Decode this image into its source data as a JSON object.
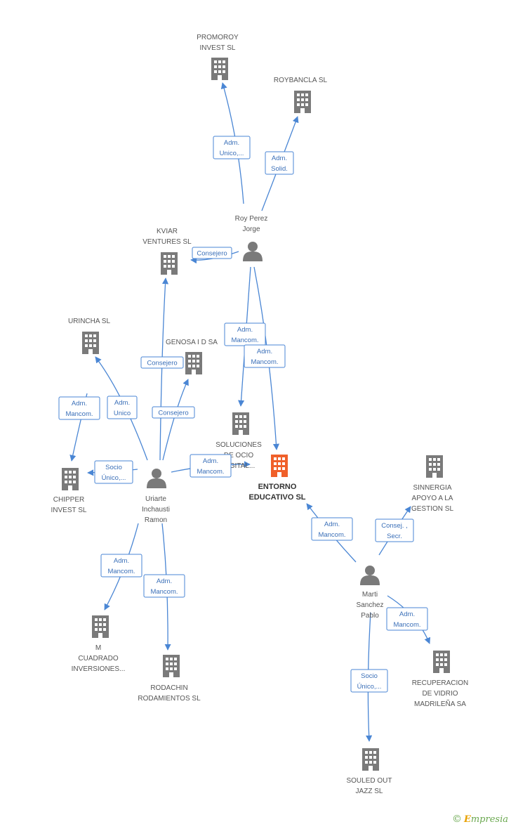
{
  "nodes": [
    {
      "id": "promoroy",
      "type": "company",
      "label": [
        "PROMOROY",
        "INVEST  SL"
      ]
    },
    {
      "id": "roybancla",
      "type": "company",
      "label": [
        "ROYBANCLA SL"
      ]
    },
    {
      "id": "roy",
      "type": "person",
      "label": [
        "Roy Perez",
        "Jorge"
      ]
    },
    {
      "id": "kviar",
      "type": "company",
      "label": [
        "KVIAR",
        "VENTURES SL"
      ]
    },
    {
      "id": "urincha",
      "type": "company",
      "label": [
        "URINCHA SL"
      ]
    },
    {
      "id": "genosa",
      "type": "company",
      "label": [
        "GENOSA I D SA"
      ]
    },
    {
      "id": "soluciones",
      "type": "company",
      "label": [
        "SOLUCIONES",
        "DE OCIO",
        "DIGITAL..."
      ]
    },
    {
      "id": "entorno",
      "type": "company-main",
      "label": [
        "ENTORNO",
        "EDUCATIVO SL"
      ]
    },
    {
      "id": "sinnergia",
      "type": "company",
      "label": [
        "SINNERGIA",
        "APOYO A LA",
        "GESTION SL"
      ]
    },
    {
      "id": "chipper",
      "type": "company",
      "label": [
        "CHIPPER",
        "INVEST  SL"
      ]
    },
    {
      "id": "uriarte",
      "type": "person",
      "label": [
        "Uriarte",
        "Inchausti",
        "Ramon"
      ]
    },
    {
      "id": "marti",
      "type": "person",
      "label": [
        "Marti",
        "Sanchez",
        "Pablo"
      ]
    },
    {
      "id": "mcuadrado",
      "type": "company",
      "label": [
        "M",
        "CUADRADO",
        "INVERSIONES..."
      ]
    },
    {
      "id": "rodachin",
      "type": "company",
      "label": [
        "RODACHIN",
        "RODAMIENTOS SL"
      ]
    },
    {
      "id": "recuperacion",
      "type": "company",
      "label": [
        "RECUPERACION",
        "DE VIDRIO",
        "MADRILEÑA SA"
      ]
    },
    {
      "id": "souled",
      "type": "company",
      "label": [
        "SOULED OUT",
        "JAZZ SL"
      ]
    }
  ],
  "edges": [
    {
      "from": "roy",
      "to": "promoroy",
      "label": [
        "Adm.",
        "Unico,..."
      ]
    },
    {
      "from": "roy",
      "to": "roybancla",
      "label": [
        "Adm.",
        "Solid."
      ]
    },
    {
      "from": "roy",
      "to": "kviar",
      "label": [
        "Consejero"
      ]
    },
    {
      "from": "roy",
      "to": "soluciones",
      "label": [
        "Adm.",
        "Mancom."
      ]
    },
    {
      "from": "roy",
      "to": "entorno",
      "label": [
        "Adm.",
        "Mancom."
      ]
    },
    {
      "from": "uriarte",
      "to": "kviar",
      "label": [
        "Consejero"
      ]
    },
    {
      "from": "uriarte",
      "to": "genosa",
      "label": [
        "Consejero"
      ]
    },
    {
      "from": "uriarte",
      "to": "urincha",
      "label": [
        "Adm.",
        "Unico"
      ]
    },
    {
      "from": "uriarte",
      "to": "chipper",
      "label": [
        "Socio",
        "Único,..."
      ]
    },
    {
      "from": "uriarte",
      "to": "entorno",
      "label": [
        "Adm.",
        "Mancom."
      ]
    },
    {
      "from": "uriarte",
      "to": "mcuadrado",
      "label": [
        "Adm.",
        "Mancom."
      ]
    },
    {
      "from": "uriarte",
      "to": "rodachin",
      "label": [
        "Adm.",
        "Mancom."
      ]
    },
    {
      "from": "urincha_src",
      "to": "chipper",
      "label": [
        "Adm.",
        "Mancom."
      ]
    },
    {
      "from": "marti",
      "to": "entorno",
      "label": [
        "Adm.",
        "Mancom."
      ]
    },
    {
      "from": "marti",
      "to": "sinnergia",
      "label": [
        "Consej. ,",
        "Secr."
      ]
    },
    {
      "from": "marti",
      "to": "recuperacion",
      "label": [
        "Adm.",
        "Mancom."
      ]
    },
    {
      "from": "marti",
      "to": "souled",
      "label": [
        "Socio",
        "Único,..."
      ]
    }
  ],
  "colors": {
    "edge": "#4a86d4",
    "building": "#7a7a7a",
    "main": "#f0602a",
    "person": "#7a7a7a"
  },
  "credit": {
    "symbol": "©",
    "brand_first": "E",
    "brand_rest": "mpresia"
  }
}
